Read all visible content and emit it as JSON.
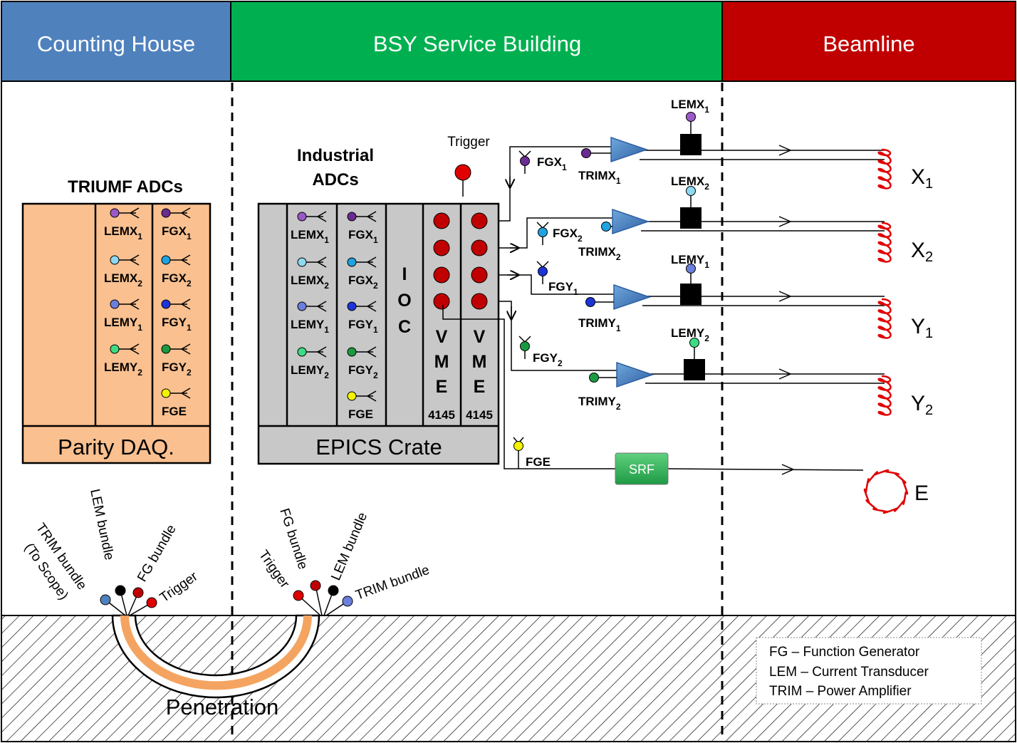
{
  "headers": {
    "counting_house": "Counting House",
    "bsy": "BSY Service Building",
    "beamline": "Beamline",
    "colors": {
      "counting_house": "#4f81bd",
      "bsy": "#00b050",
      "beamline": "#c00000"
    }
  },
  "triumf": {
    "title": "TRIUMF ADCs",
    "daq": "Parity DAQ.",
    "lem": [
      {
        "base": "LEMX",
        "sub": "1"
      },
      {
        "base": "LEMX",
        "sub": "2"
      },
      {
        "base": "LEMY",
        "sub": "1"
      },
      {
        "base": "LEMY",
        "sub": "2"
      }
    ],
    "fg": [
      {
        "base": "FGX",
        "sub": "1"
      },
      {
        "base": "FGX",
        "sub": "2"
      },
      {
        "base": "FGY",
        "sub": "1"
      },
      {
        "base": "FGY",
        "sub": "2"
      },
      {
        "base": "FGE",
        "sub": ""
      }
    ]
  },
  "epics": {
    "title_line1": "Industrial",
    "title_line2": "ADCs",
    "crate": "EPICS Crate",
    "ioc": [
      "I",
      "O",
      "C"
    ],
    "vme": [
      "V",
      "M",
      "E"
    ],
    "vme_model": "4145",
    "lem": [
      {
        "base": "LEMX",
        "sub": "1"
      },
      {
        "base": "LEMX",
        "sub": "2"
      },
      {
        "base": "LEMY",
        "sub": "1"
      },
      {
        "base": "LEMY",
        "sub": "2"
      }
    ],
    "fg": [
      {
        "base": "FGX",
        "sub": "1"
      },
      {
        "base": "FGX",
        "sub": "2"
      },
      {
        "base": "FGY",
        "sub": "1"
      },
      {
        "base": "FGY",
        "sub": "2"
      },
      {
        "base": "FGE",
        "sub": ""
      }
    ]
  },
  "trigger": "Trigger",
  "channels": [
    {
      "fg": {
        "base": "FGX",
        "sub": "1"
      },
      "trim": {
        "base": "TRIMX",
        "sub": "1"
      },
      "lem": {
        "base": "LEMX",
        "sub": "1"
      },
      "coil": {
        "base": "X",
        "sub": "1"
      }
    },
    {
      "fg": {
        "base": "FGX",
        "sub": "2"
      },
      "trim": {
        "base": "TRIMX",
        "sub": "2"
      },
      "lem": {
        "base": "LEMX",
        "sub": "2"
      },
      "coil": {
        "base": "X",
        "sub": "2"
      }
    },
    {
      "fg": {
        "base": "FGY",
        "sub": "1"
      },
      "trim": {
        "base": "TRIMY",
        "sub": "1"
      },
      "lem": {
        "base": "LEMY",
        "sub": "1"
      },
      "coil": {
        "base": "Y",
        "sub": "1"
      }
    },
    {
      "fg": {
        "base": "FGY",
        "sub": "2"
      },
      "trim": {
        "base": "TRIMY",
        "sub": "2"
      },
      "lem": {
        "base": "LEMY",
        "sub": "2"
      },
      "coil": {
        "base": "Y",
        "sub": "2"
      }
    }
  ],
  "energy": {
    "fg": "FGE",
    "srf": "SRF",
    "coil": "E"
  },
  "bundles_left": {
    "trim": "TRIM bundle",
    "trim_note": "(To Scope)",
    "lem": "LEM bundle",
    "fg": "FG bundle",
    "trigger": "Trigger"
  },
  "bundles_right": {
    "trigger": "Trigger",
    "fg": "FG bundle",
    "lem": "LEM bundle",
    "trim": "TRIM bundle"
  },
  "penetration": "Penetration",
  "legend": [
    "FG – Function Generator",
    "LEM – Current Transducer",
    "TRIM – Power Amplifier"
  ],
  "colors": {
    "x1": "#9b59c8",
    "fgx1": "#6a2c91",
    "x2": "#8ed8f0",
    "fgx2": "#1fa3e0",
    "y1": "#6b7fdc",
    "fgy1": "#1c34d8",
    "y2": "#3ddc84",
    "fgy2": "#1a9a40",
    "fge": "#f4f400",
    "red": "#e00000",
    "salmon": "#fac090",
    "grey": "#c8c8c8",
    "orange": "#f4a460"
  }
}
